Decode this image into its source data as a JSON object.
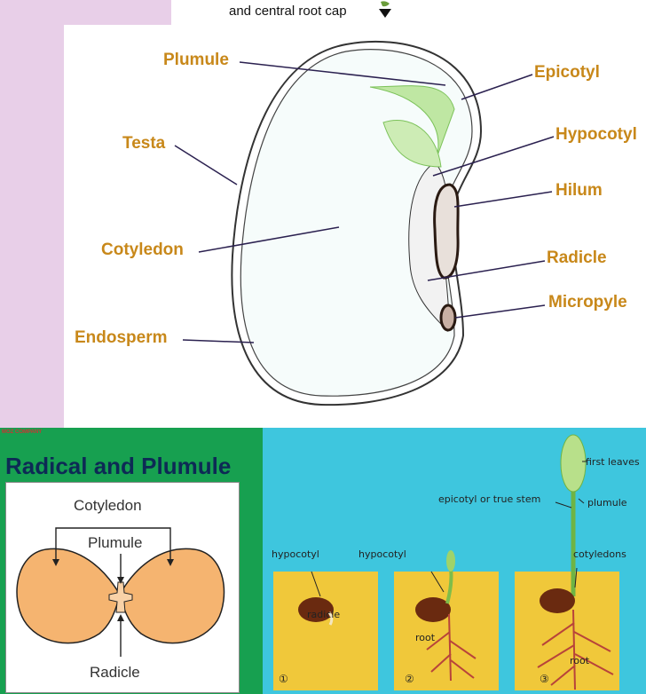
{
  "top_caption": "and central root cap",
  "seed_diagram": {
    "labels": {
      "plumule": "Plumule",
      "epicotyl": "Epicotyl",
      "testa": "Testa",
      "hypocotyl": "Hypocotyl",
      "hilum": "Hilum",
      "cotyledon": "Cotyledon",
      "radicle": "Radicle",
      "micropyle": "Micropyle",
      "endosperm": "Endosperm"
    }
  },
  "radical_plumule": {
    "brand": "MOZ COMPANY",
    "title": "Radical and Plumule",
    "cotyledon": "Cotyledon",
    "plumule": "Plumule",
    "radicle": "Radicle"
  },
  "germination": {
    "first_leaves": "first leaves",
    "plumule": "plumule",
    "epicotyl": "epicotyl or true stem",
    "cotyledons": "cotyledons",
    "hypocotyl_1": "hypocotyl",
    "hypocotyl_2": "hypocotyl",
    "radicle": "radicle",
    "root_2": "root",
    "root_3": "root",
    "stage_1": "①",
    "stage_2": "②",
    "stage_3": "③"
  },
  "colors": {
    "label_orange": "#c8881a",
    "pink": "#e8cfe8",
    "green_panel": "#17a050",
    "sky": "#3ec6de",
    "soil": "#f0c83a",
    "cotyledon_fill": "#f5b470",
    "title_navy": "#0d2a55"
  }
}
